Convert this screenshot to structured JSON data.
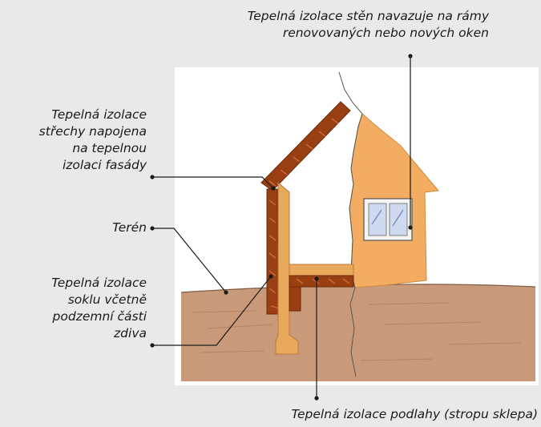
{
  "labels": {
    "walls_windows_line1": "Tepelná izolace stěn navazuje na rámy",
    "walls_windows_line2": "renovovaných nebo nových oken",
    "roof_line1": "Tepelná izolace",
    "roof_line2": "střechy napojena",
    "roof_line3": "na tepelnou",
    "roof_line4": "izolaci fasády",
    "terrain": "Terén",
    "plinth_line1": "Tepelná izolace",
    "plinth_line2": "soklu včetně",
    "plinth_line3": "podzemní části",
    "plinth_line4": "zdiva",
    "floor": "Tepelná izolace podlahy (stropu sklepa)"
  },
  "colors": {
    "page_background": "#e9e9e9",
    "drawing_background": "#ffffff",
    "facade": "#f2ad62",
    "insulation": "#9a3f12",
    "masonry": "#e9a95c",
    "ground": "#c89a7a",
    "window_glass": "#cfd9ef",
    "leader": "#1a1a1a"
  }
}
